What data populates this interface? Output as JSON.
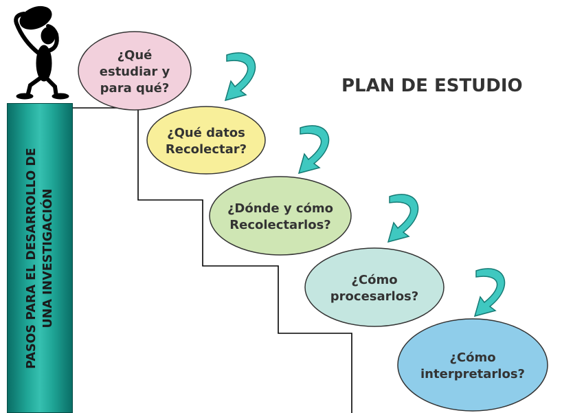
{
  "title": "PLAN DE ESTUDIO",
  "pillar": {
    "line1": "PASOS PARA EL DESARROLLO DE",
    "line2": "UNA INVESTIGACIÓN"
  },
  "steps": [
    {
      "lines": [
        "¿Qué",
        "estudiar y",
        "para qué?"
      ],
      "fill": "#f2d0dc"
    },
    {
      "lines": [
        "¿Qué datos",
        "Recolectar?"
      ],
      "fill": "#f8ef9a"
    },
    {
      "lines": [
        "¿Dónde y cómo",
        "Recolectarlos?"
      ],
      "fill": "#cfe6b4"
    },
    {
      "lines": [
        "¿Cómo",
        "procesarlos?"
      ],
      "fill": "#c4e6e0"
    },
    {
      "lines": [
        "¿Cómo",
        "interpretarlos?"
      ],
      "fill": "#8fcdea"
    }
  ],
  "colors": {
    "arrow": "#3fc8c0",
    "arrow_stroke": "#157a74",
    "staircase": "#000000",
    "ellipse_stroke": "#333333",
    "figure": "#000000"
  }
}
